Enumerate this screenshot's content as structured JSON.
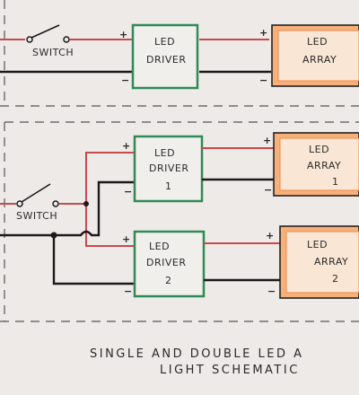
{
  "colors": {
    "paper": "#eeeae8",
    "red_wire": "#c94a4a",
    "black_wire": "#1a1a1a",
    "driver_border": "#2f8a55",
    "array_fill": "#f7b07a",
    "array_border": "#f08a4a",
    "dashed": "#555555"
  },
  "top_section": {
    "switch_label": "SWITCH",
    "driver": {
      "line1": "LED",
      "line2": "DRIVER"
    },
    "array": {
      "line1": "LED",
      "line2": "ARRAY"
    },
    "plus": "+",
    "minus": "−"
  },
  "bottom_section": {
    "switch_label": "SWITCH",
    "driver1": {
      "line1": "LED",
      "line2": "DRIVER",
      "num": "1"
    },
    "driver2": {
      "line1": "LED",
      "line2": "DRIVER",
      "num": "2"
    },
    "array1": {
      "line1": "LED",
      "line2": "ARRAY",
      "num": "1"
    },
    "array2": {
      "line1": "LED",
      "line2": "ARRAY",
      "num": "2"
    },
    "plus": "+",
    "minus": "−"
  },
  "caption": {
    "line1": "SINGLE AND DOUBLE LED A",
    "line2": "LIGHT SCHEMATIC"
  }
}
